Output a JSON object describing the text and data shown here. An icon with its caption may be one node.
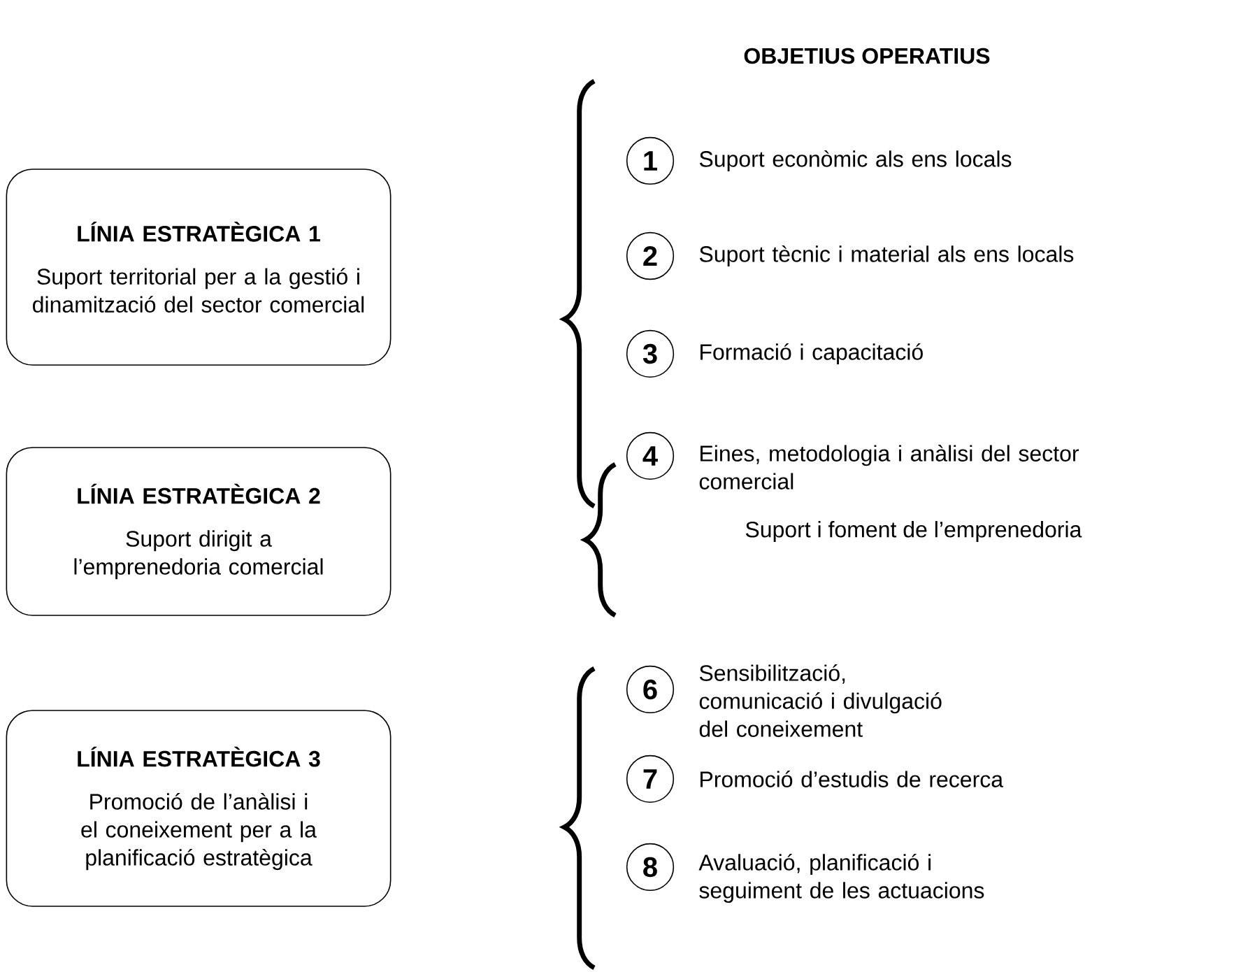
{
  "diagram": {
    "title": "OBJETIUS OPERATIUS",
    "nodes": [
      {
        "text": [
          "LÍNIA ESTRATÈGICA 1",
          "Suport territorial per a la gestió i dinamització del sector comercial"
        ]
      },
      {
        "text": [
          "LÍNIA ESTRATÈGICA 2",
          "Suport dirigit a l’emprenedoria comercial"
        ]
      },
      {
        "text": [
          "LÍNIA ESTRATÈGICA 3",
          "Promoció de l’anàlisi i el coneixement per a la planificació estratègica"
        ]
      },
      {
        "text": [
          "1"
        ],
        "beside": [
          "Suport econòmic als ens locals"
        ]
      },
      {
        "text": [
          "2"
        ],
        "beside": [
          "Suport tècnic i material als ens locals"
        ]
      },
      {
        "text": [
          "3"
        ],
        "beside": [
          "Formació i capacitació"
        ]
      },
      {
        "text": [
          "4"
        ],
        "beside": [
          "Eines, metodologia i anàlisi del sector comercial"
        ]
      },
      {
        "text": [
          "6"
        ],
        "beside": [
          "Sensibilització, comunicació i divulgació del coneixement"
        ]
      },
      {
        "text": [
          "7"
        ],
        "beside": [
          "Promoció d’estudis de recerca"
        ]
      },
      {
        "text": [
          "8"
        ],
        "beside": [
          "Avaluació, planificació i seguiment de les actuacions"
        ]
      }
    ],
    "labels": [
      "Suport i foment de l’emprenedoria"
    ]
  }
}
